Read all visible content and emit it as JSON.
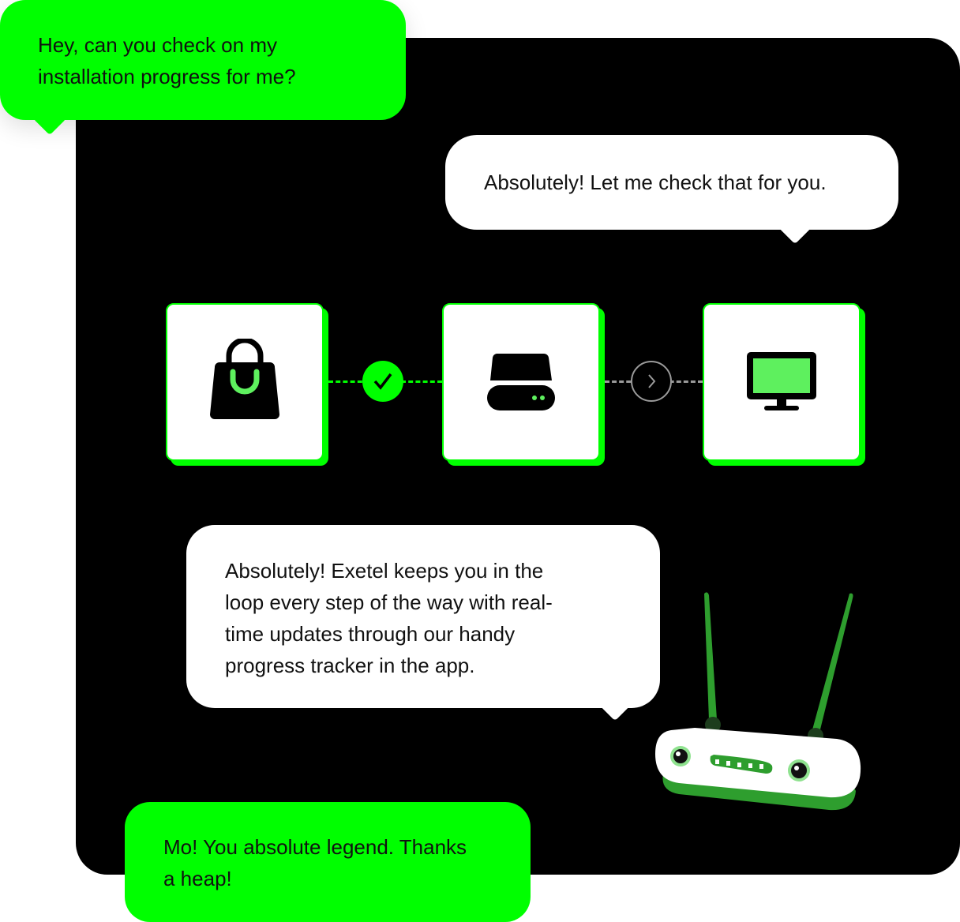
{
  "messages": [
    {
      "sender": "user",
      "text_lines": [
        "Hey, can you check on my",
        "installation progress for me?"
      ]
    },
    {
      "sender": "agent",
      "text_lines": [
        "Absolutely! Let me check that for you."
      ]
    },
    {
      "sender": "agent",
      "text_lines": [
        "Absolutely! Exetel keeps you in the",
        "loop every step of the way with real-",
        "time updates through our handy",
        "progress tracker in the app."
      ]
    },
    {
      "sender": "user",
      "text_lines": [
        "Mo! You absolute legend. Thanks",
        "a heap!"
      ]
    }
  ],
  "progress_steps": [
    {
      "icon": "shopping-bag-icon",
      "status": "complete"
    },
    {
      "icon": "modem-icon",
      "status": "in-progress"
    },
    {
      "icon": "monitor-icon",
      "status": "pending"
    }
  ],
  "colors": {
    "accent": "#00ff00",
    "panel": "#000000",
    "pending": "#9a9a9a",
    "router_green": "#2e9e2e"
  }
}
